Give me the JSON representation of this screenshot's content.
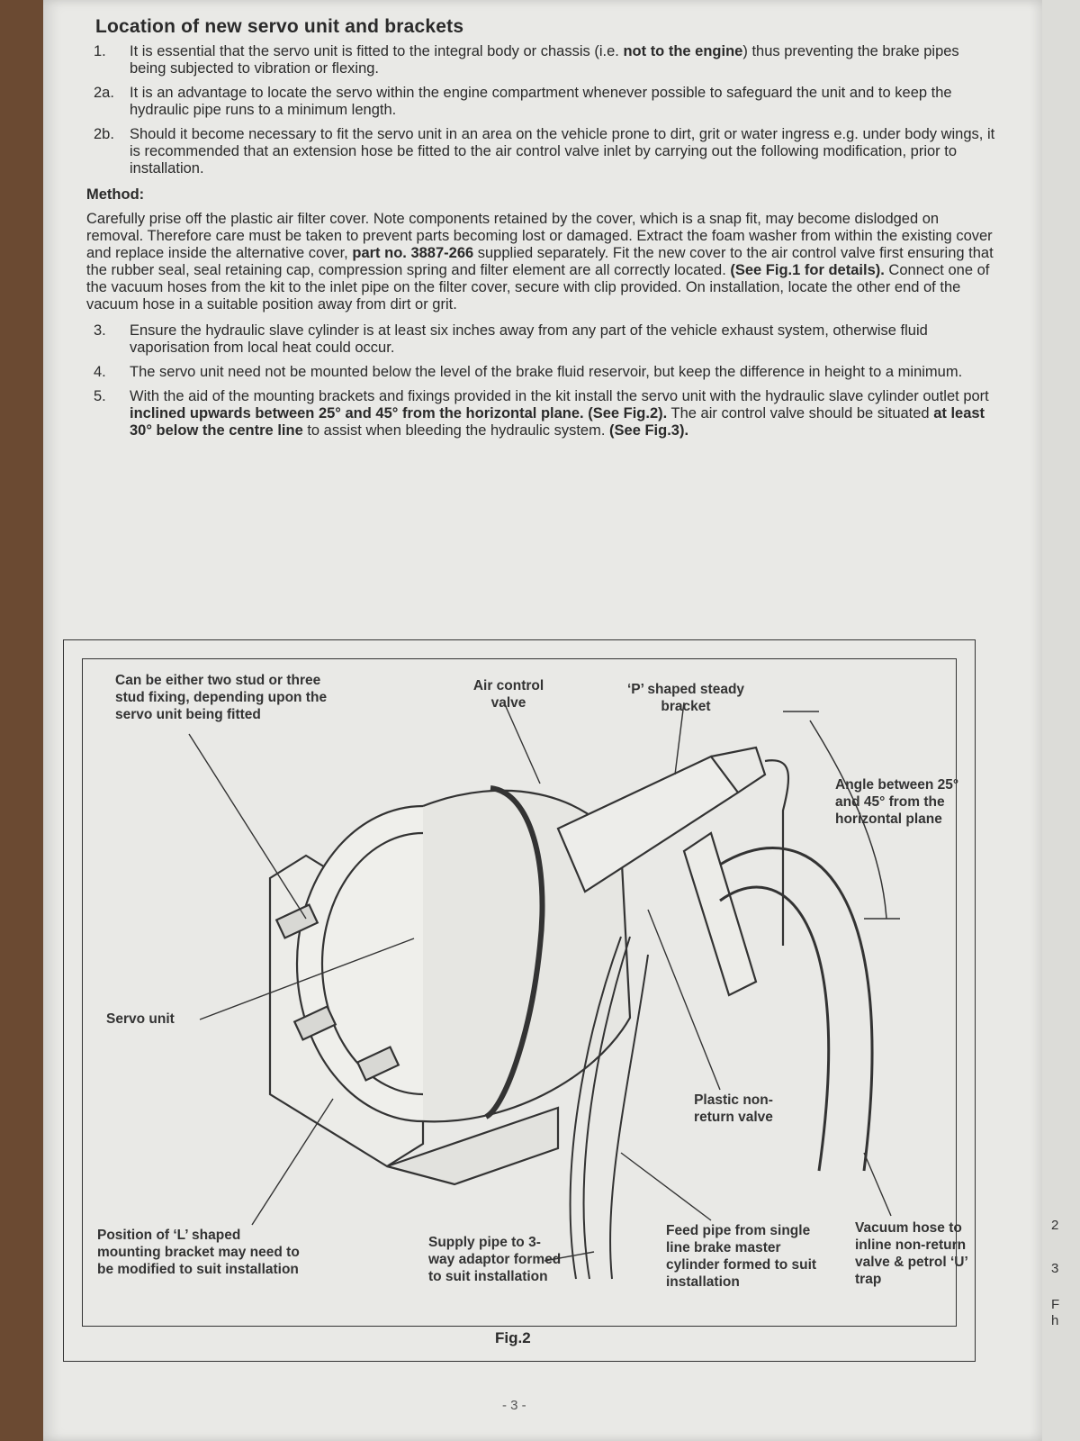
{
  "title": "Location of new servo unit and brackets",
  "items": [
    {
      "num": "1.",
      "parts": [
        {
          "t": "It is essential that the servo unit is fitted to the integral body or chassis (i.e. ",
          "b": false
        },
        {
          "t": "not to the engine",
          "b": true
        },
        {
          "t": ") thus preventing the brake pipes being subjected to vibration or flexing.",
          "b": false
        }
      ]
    },
    {
      "num": "2a.",
      "parts": [
        {
          "t": "It is an advantage to locate the servo within the engine compartment whenever possible to safeguard the unit and to keep the hydraulic pipe runs to a minimum length.",
          "b": false
        }
      ]
    },
    {
      "num": "2b.",
      "parts": [
        {
          "t": "Should it become necessary to fit the servo unit in an area on the vehicle prone to dirt, grit or water ingress e.g. under body wings, it is recommended that an extension hose be fitted to the air control valve inlet by carrying out the following modification, prior to installation.",
          "b": false
        }
      ]
    }
  ],
  "method_heading": "Method:",
  "method_parts": [
    {
      "t": "Carefully prise off the plastic air filter cover. Note components retained by the cover, which is a snap fit, may become dislodged on removal. Therefore care must be taken to prevent parts becoming lost or damaged. Extract the foam washer from within the existing cover and replace inside the alternative cover, ",
      "b": false
    },
    {
      "t": "part no. 3887-266",
      "b": true
    },
    {
      "t": " supplied separately. Fit the new cover to the air control valve first ensuring that the rubber seal, seal retaining cap, compression spring and filter element are all correctly located. ",
      "b": false
    },
    {
      "t": "(See Fig.1 for details).",
      "b": true
    },
    {
      "t": " Connect one of the vacuum hoses from the kit to the inlet pipe on the filter cover, secure with clip provided. On installation, locate the other end of the vacuum hose in a suitable position away from dirt or grit.",
      "b": false
    }
  ],
  "items2": [
    {
      "num": "3.",
      "parts": [
        {
          "t": "Ensure the hydraulic slave cylinder is at least six inches away from any part of the vehicle exhaust system, otherwise fluid vaporisation from local heat could occur.",
          "b": false
        }
      ]
    },
    {
      "num": "4.",
      "parts": [
        {
          "t": "The servo unit need not be mounted below the level of the brake fluid reservoir, but keep the difference in height to a minimum.",
          "b": false
        }
      ]
    },
    {
      "num": "5.",
      "parts": [
        {
          "t": "With the aid of the mounting brackets and fixings provided in the kit install the servo unit with the hydraulic slave cylinder outlet port ",
          "b": false
        },
        {
          "t": "inclined upwards between 25° and 45° from the horizontal plane. (See Fig.2).",
          "b": true
        },
        {
          "t": " The air control valve should be situated ",
          "b": false
        },
        {
          "t": "at least 30° below the centre line",
          "b": true
        },
        {
          "t": " to assist when bleeding the hydraulic system. ",
          "b": false
        },
        {
          "t": "(See Fig.3).",
          "b": true
        }
      ]
    }
  ],
  "figure": {
    "caption": "Fig.2",
    "labels": {
      "stud_fixing": "Can be either two stud or three stud fixing, depending upon the servo unit being fitted",
      "air_control_valve": "Air control valve",
      "p_bracket": "‘P’ shaped steady bracket",
      "angle": "Angle between 25° and 45° from the horizontal plane",
      "servo_unit": "Servo unit",
      "non_return_valve": "Plastic non-return valve",
      "l_bracket": "Position of ‘L’ shaped mounting bracket may need to be modified to suit installation",
      "supply_pipe": "Supply pipe to 3-way adaptor formed to suit installation",
      "feed_pipe": "Feed pipe from single line brake master cylinder formed to suit installation",
      "vacuum_hose": "Vacuum hose to inline non-return valve & petrol ‘U’ trap"
    }
  },
  "page_number": "- 3 -",
  "edge_marks": [
    "2",
    "3",
    "F",
    "h"
  ]
}
